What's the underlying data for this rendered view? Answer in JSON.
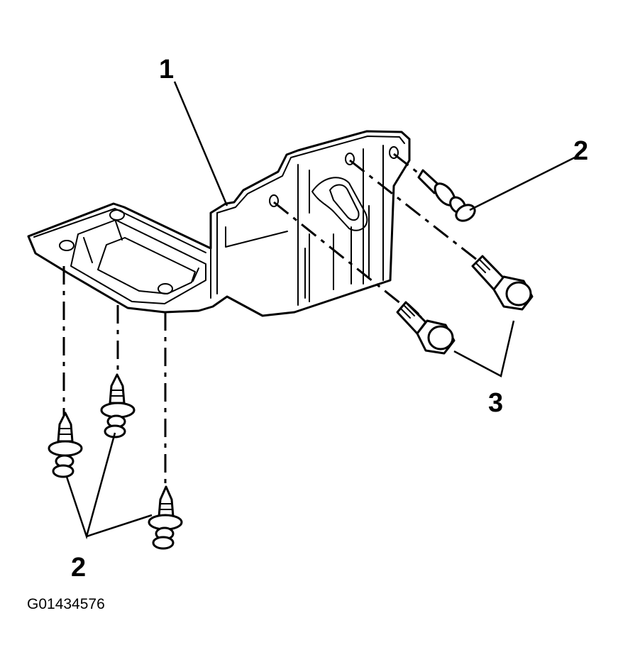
{
  "diagram": {
    "callouts": {
      "bracket": "1",
      "retainer_top": "2",
      "retainer_bottom": "2",
      "bolts": "3"
    },
    "figure_id": "G01434576"
  },
  "colors": {
    "line": "#000000",
    "background": "#ffffff"
  }
}
